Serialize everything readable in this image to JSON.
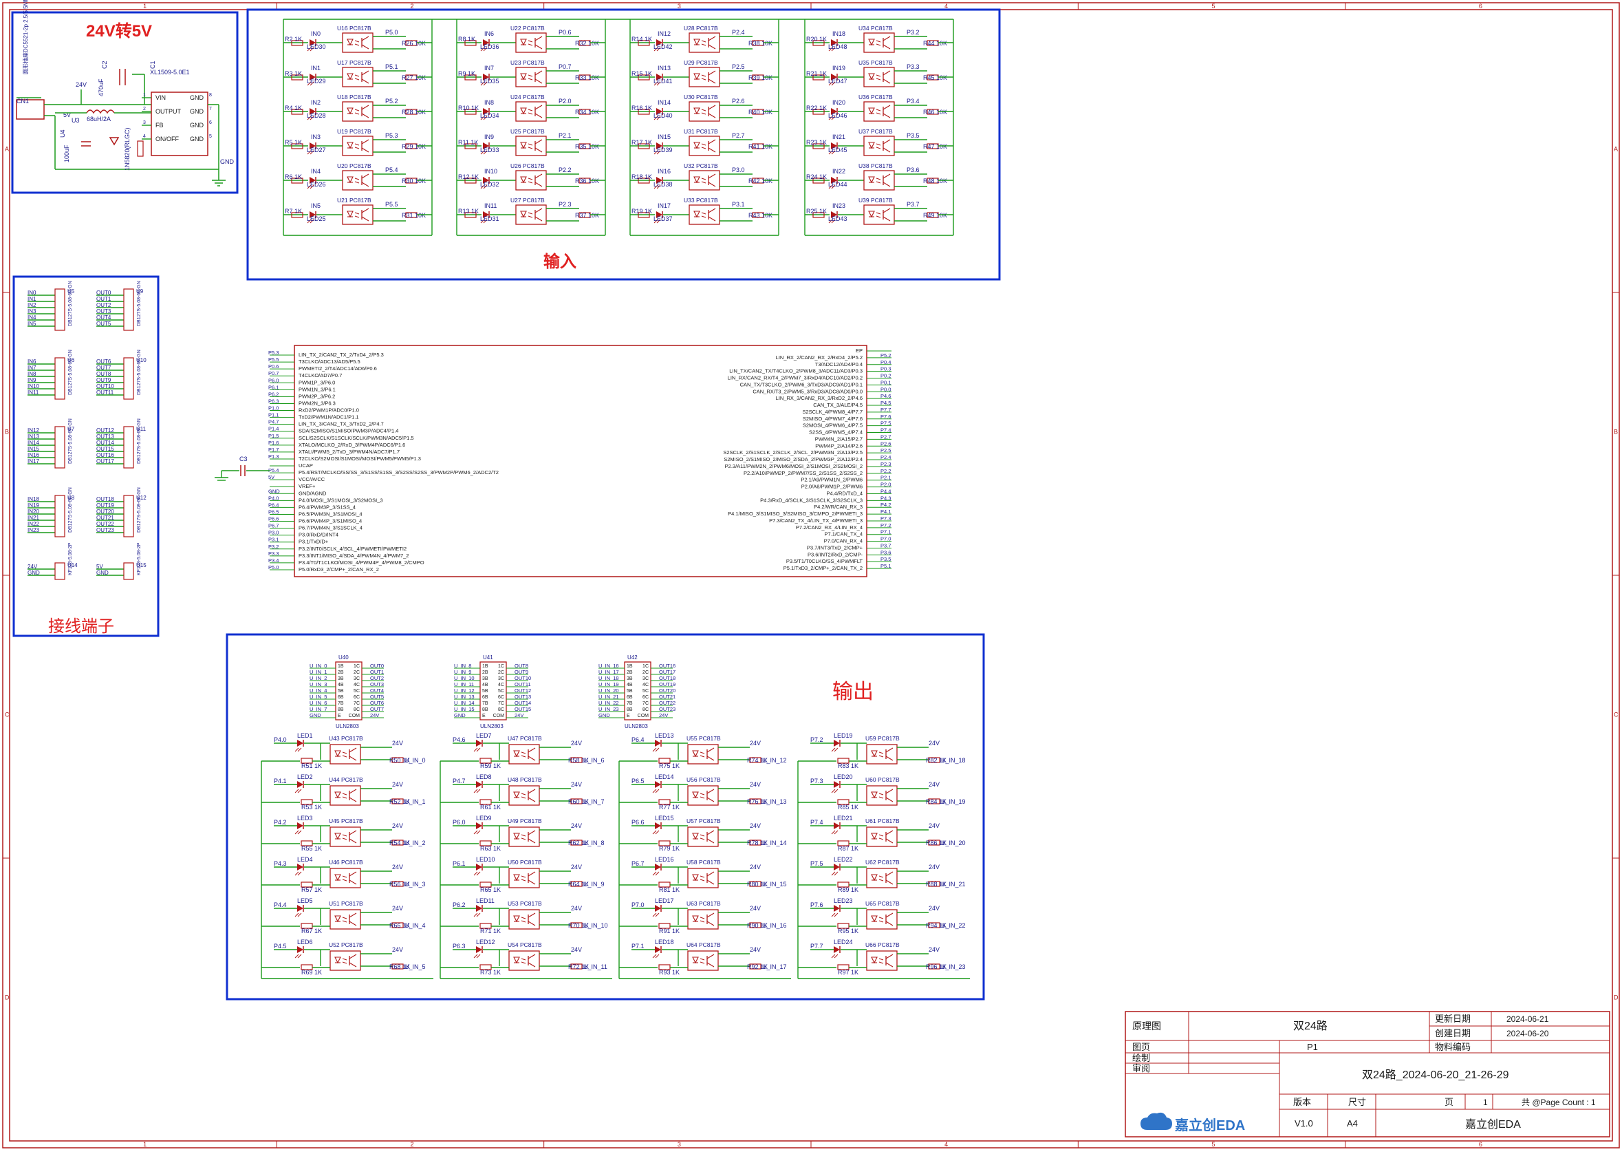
{
  "app": "嘉立创EDA",
  "sections": {
    "power": "24V转5V",
    "input": "输入",
    "terminal": "接线端子",
    "output": "输出"
  },
  "power_block": {
    "regulator": "XL1509-5.0E1",
    "reg_pins": [
      "VIN",
      "OUTPUT",
      "FB",
      "ON/OFF"
    ],
    "reg_pins_right": [
      "GND",
      "GND",
      "GND",
      "GND"
    ],
    "cn": "CN1",
    "u": "U3",
    "u4": "U4",
    "inductor": "68uH/2A",
    "v24": "24V",
    "v5": "5V",
    "c_in": "470uF",
    "c1": "C1",
    "c2": "C2",
    "c_out": "100uF",
    "diode": "1N5820(RLGC)",
    "gnd": "GND",
    "conn_label": "圆形插座DC5521-2p 2.5/5.5MM"
  },
  "input_groups": [
    {
      "rows": [
        {
          "in": "IN0",
          "r": "R2 1K",
          "led": "LED30",
          "u": "U16",
          "pc": "PC817B",
          "p": "P5.0",
          "ro": "R26 10K"
        },
        {
          "in": "IN1",
          "r": "R3 1K",
          "led": "LED29",
          "u": "U17",
          "pc": "PC817B",
          "p": "P5.1",
          "ro": "R27 10K"
        },
        {
          "in": "IN2",
          "r": "R4 1K",
          "led": "LED28",
          "u": "U18",
          "pc": "PC817B",
          "p": "P5.2",
          "ro": "R28 10K"
        },
        {
          "in": "IN3",
          "r": "R5 1K",
          "led": "LED27",
          "u": "U19",
          "pc": "PC817B",
          "p": "P5.3",
          "ro": "R29 10K"
        },
        {
          "in": "IN4",
          "r": "R6 1K",
          "led": "LED26",
          "u": "U20",
          "pc": "PC817B",
          "p": "P5.4",
          "ro": "R30 10K"
        },
        {
          "in": "IN5",
          "r": "R7 1K",
          "led": "LED25",
          "u": "U21",
          "pc": "PC817B",
          "p": "P5.5",
          "ro": "R31 10K"
        }
      ]
    },
    {
      "rows": [
        {
          "in": "IN6",
          "r": "R8 1K",
          "led": "LED36",
          "u": "U22",
          "pc": "PC817B",
          "p": "P0.6",
          "ro": "R32 10K"
        },
        {
          "in": "IN7",
          "r": "R9 1K",
          "led": "LED35",
          "u": "U23",
          "pc": "PC817B",
          "p": "P0.7",
          "ro": "R33 10K"
        },
        {
          "in": "IN8",
          "r": "R10 1K",
          "led": "LED34",
          "u": "U24",
          "pc": "PC817B",
          "p": "P2.0",
          "ro": "R34 10K"
        },
        {
          "in": "IN9",
          "r": "R11 1K",
          "led": "LED33",
          "u": "U25",
          "pc": "PC817B",
          "p": "P2.1",
          "ro": "R35 10K"
        },
        {
          "in": "IN10",
          "r": "R12 1K",
          "led": "LED32",
          "u": "U26",
          "pc": "PC817B",
          "p": "P2.2",
          "ro": "R36 10K"
        },
        {
          "in": "IN11",
          "r": "R13 1K",
          "led": "LED31",
          "u": "U27",
          "pc": "PC817B",
          "p": "P2.3",
          "ro": "R37 10K"
        }
      ]
    },
    {
      "rows": [
        {
          "in": "IN12",
          "r": "R14 1K",
          "led": "LED42",
          "u": "U28",
          "pc": "PC817B",
          "p": "P2.4",
          "ro": "R38 10K"
        },
        {
          "in": "IN13",
          "r": "R15 1K",
          "led": "LED41",
          "u": "U29",
          "pc": "PC817B",
          "p": "P2.5",
          "ro": "R39 10K"
        },
        {
          "in": "IN14",
          "r": "R16 1K",
          "led": "LED40",
          "u": "U30",
          "pc": "PC817B",
          "p": "P2.6",
          "ro": "R40 10K"
        },
        {
          "in": "IN15",
          "r": "R17 1K",
          "led": "LED39",
          "u": "U31",
          "pc": "PC817B",
          "p": "P2.7",
          "ro": "R41 10K"
        },
        {
          "in": "IN16",
          "r": "R18 1K",
          "led": "LED38",
          "u": "U32",
          "pc": "PC817B",
          "p": "P3.0",
          "ro": "R42 10K"
        },
        {
          "in": "IN17",
          "r": "R19 1K",
          "led": "LED37",
          "u": "U33",
          "pc": "PC817B",
          "p": "P3.1",
          "ro": "R43 10K"
        }
      ]
    },
    {
      "rows": [
        {
          "in": "IN18",
          "r": "R20 1K",
          "led": "LED48",
          "u": "U34",
          "pc": "PC817B",
          "p": "P3.2",
          "ro": "R44 10K"
        },
        {
          "in": "IN19",
          "r": "R21 1K",
          "led": "LED47",
          "u": "U35",
          "pc": "PC817B",
          "p": "P3.3",
          "ro": "R45 10K"
        },
        {
          "in": "IN20",
          "r": "R22 1K",
          "led": "LED46",
          "u": "U36",
          "pc": "PC817B",
          "p": "P3.4",
          "ro": "R46 10K"
        },
        {
          "in": "IN21",
          "r": "R23 1K",
          "led": "LED45",
          "u": "U37",
          "pc": "PC817B",
          "p": "P3.5",
          "ro": "R47 10K"
        },
        {
          "in": "IN22",
          "r": "R24 1K",
          "led": "LED44",
          "u": "U38",
          "pc": "PC817B",
          "p": "P3.6",
          "ro": "R48 10K"
        },
        {
          "in": "IN23",
          "r": "R25 1K",
          "led": "LED43",
          "u": "U39",
          "pc": "PC817B",
          "p": "P3.7",
          "ro": "R49 10K"
        }
      ]
    }
  ],
  "terminals": [
    {
      "left": [
        "IN0",
        "IN1",
        "IN2",
        "IN3",
        "IN4",
        "IN5"
      ],
      "lref": "U5",
      "lpart": "DB127S-5.08-6P-GN",
      "right": [
        "OUT0",
        "OUT1",
        "OUT2",
        "OUT3",
        "OUT4",
        "OUT5"
      ],
      "rref": "U9",
      "rpart": "DB127S-5.08-6P-GN"
    },
    {
      "left": [
        "IN6",
        "IN7",
        "IN8",
        "IN9",
        "IN10",
        "IN11"
      ],
      "lref": "U6",
      "lpart": "DB127S-5.08-6P-GN",
      "right": [
        "OUT6",
        "OUT7",
        "OUT8",
        "OUT9",
        "OUT10",
        "OUT11"
      ],
      "rref": "U10",
      "rpart": "DB127S-5.08-6P-GN"
    },
    {
      "left": [
        "IN12",
        "IN13",
        "IN14",
        "IN15",
        "IN16",
        "IN17"
      ],
      "lref": "U7",
      "lpart": "DB127S-5.08-6P-GN",
      "right": [
        "OUT12",
        "OUT13",
        "OUT14",
        "OUT15",
        "OUT16",
        "OUT17"
      ],
      "rref": "U11",
      "rpart": "DB127S-5.08-6P-GN"
    },
    {
      "left": [
        "IN18",
        "IN19",
        "IN20",
        "IN21",
        "IN22",
        "IN23"
      ],
      "lref": "U8",
      "lpart": "DB127S-5.08-6P-GN",
      "right": [
        "OUT18",
        "OUT19",
        "OUT20",
        "OUT21",
        "OUT22",
        "OUT23"
      ],
      "rref": "U12",
      "rpart": "DB127S-5.08-6P-GN"
    },
    {
      "left": [
        "24V",
        "GND"
      ],
      "lref": "U14",
      "lpart": "KF128-5.08-2P",
      "right": [
        "5V",
        "GND"
      ],
      "rref": "U15",
      "rpart": "KF128-5.08-2P"
    }
  ],
  "mcu": {
    "cap": "C3",
    "left_pins": [
      "LIN_TX_2/CAN2_TX_2/TxD4_2/P5.3",
      "T3CLKO/ADC13/AD5/P5.5",
      "PWMETI2_2/T4/ADC14/AD6/P0.6",
      "T4CLKO/AD7/P0.7",
      "PWM1P_3/P6.0",
      "PWM1N_3/P6.1",
      "PWM2P_3/P6.2",
      "PWM2N_3/P6.3",
      "RxD2/PWM1P/ADC0/P1.0",
      "TxD2/PWM1N/ADC1/P1.1",
      "LIN_TX_3/CAN2_TX_3/TxD2_2/P4.7",
      "SDA/S2MISO/S1MISO/PWM3P/ADC4/P1.4",
      "SCL/S2SCLK/S1SCLK/SCLK/PWM3N/ADC5/P1.5",
      "XTALO/MCLKO_2/RxD_3/PWM4P/ADC6/P1.6",
      "XTALI/PWM5_2/TxD_3/PWM4N/ADC7/P1.7",
      "T2CLKO/S2MOSI/S1MOSI/MOSI/PWM5/PWM5/P1.3",
      "UCAP",
      "P5.4/RST/MCLKO/SS/SS_3/S1SS/S1SS_3/S2SS/S2SS_3/PWM2P/PWM6_2/ADC2/T2",
      "VCC/AVCC",
      "VREF+",
      "GND/AGND",
      "P4.0/MOSI_3/S1MOSI_3/S2MOSI_3",
      "P6.4/PWM3P_3/S1SS_4",
      "P6.5/PWM3N_3/S1MOSI_4",
      "P6.6/PWM4P_3/S1MISO_4",
      "P6.7/PWM4N_3/S1SCLK_4",
      "P3.0/RxD/D/INT4",
      "P3.1/TxD/D+",
      "P3.2/INT0/SCLK_4/SCL_4/PWMETI/PWMETI2",
      "P3.3/INT1/MISO_4/SDA_4/PWM4N_4/PWM7_2",
      "P3.4/T0/T1CLKO/MOSI_4/PWM4P_4/PWM8_2/CMPO",
      "P5.0/RxD3_2/CMP+_2/CAN_RX_2"
    ],
    "left_nets": [
      "P5.3",
      "P5.5",
      "P0.6",
      "P0.7",
      "P6.0",
      "P6.1",
      "P6.2",
      "P6.3",
      "P1.0",
      "P1.1",
      "P4.7",
      "P1.4",
      "P1.5",
      "P1.6",
      "P1.7",
      "P1.3",
      "",
      "P5.4",
      "5V",
      "",
      "GND",
      "P4.0",
      "P6.4",
      "P6.5",
      "P6.6",
      "P6.7",
      "P3.0",
      "P3.1",
      "P3.2",
      "P3.3",
      "P3.4",
      "P5.0"
    ],
    "right_pins": [
      "EP",
      "LIN_RX_2/CAN2_RX_2/RxD4_2/P5.2",
      "T3/ADC12/AD4/P0.4",
      "LIN_TX/CAN2_TX/T4CLKO_2/PWM8_3/ADC11/AD3/P0.3",
      "LIN_RX/CAN2_RX/T4_2/PWM7_3/RxD4/ADC10/AD2/P0.2",
      "CAN_TX/T3CLKO_2/PWM6_3/TxD3/ADC9/AD1/P0.1",
      "CAN_RX/T3_2/PWM5_3/RxD3/ADC8/AD0/P0.0",
      "LIN_RX_3/CAN2_RX_3/RxD2_2/P4.6",
      "CAN_TX_3/ALE/P4.5",
      "S2SCLK_4/PWM8_4/P7.7",
      "S2MISO_4/PWM7_4/P7.6",
      "S2MOSI_4/PWM6_4/P7.5",
      "S2SS_4/PWM5_4/P7.4",
      "PWM4N_2/A15/P2.7",
      "PWM4P_2/A14/P2.6",
      "S2SCLK_2/S1SCLK_2/SCLK_2/SCL_2/PWM3N_2/A13/P2.5",
      "S2MISO_2/S1MISO_2/MISO_2/SDA_2/PWM3P_2/A12/P2.4",
      "P2.3/A11/PWM2N_2/PWM6/MOSI_2/S1MOSI_2/S2MOSI_2",
      "P2.2/A10/PWM2P_2/PWM7/SS_2/S1SS_2/S2SS_2",
      "P2.1/A9/PWM1N_2/PWM6",
      "P2.0/A8/PWM1P_2/PWM6",
      "P4.4/RD/TxD_4",
      "P4.3/RxD_4/SCLK_3/S1SCLK_3/S2SCLK_3",
      "P4.2/WR/CAN_RX_3",
      "P4.1/MISO_3/S1MISO_3/S2MISO_3/CMPO_2/PWMETI_3",
      "P7.3/CAN2_TX_4/LIN_TX_4/PWMETI_3",
      "P7.2/CAN2_RX_4/LIN_RX_4",
      "P7.1/CAN_TX_4",
      "P7.0/CAN_RX_4",
      "P3.7/INT3/TxD_2/CMP+",
      "P3.6/INT2/RxD_2/CMP-",
      "P3.5/T1/T0CLKO/SS_4/PWMFLT",
      "P5.1/TxD3_2/CMP+_2/CAN_TX_2"
    ],
    "right_nets": [
      "",
      "P5.2",
      "P0.4",
      "P0.3",
      "P0.2",
      "P0.1",
      "P0.0",
      "P4.6",
      "P4.5",
      "P7.7",
      "P7.6",
      "P7.5",
      "P7.4",
      "P2.7",
      "P2.6",
      "P2.5",
      "P2.4",
      "P2.3",
      "P2.2",
      "P2.1",
      "P2.0",
      "P4.4",
      "P4.3",
      "P4.2",
      "P4.1",
      "P7.3",
      "P7.2",
      "P7.1",
      "P7.0",
      "P3.7",
      "P3.6",
      "P3.5",
      "P5.1"
    ]
  },
  "ulns": [
    {
      "ref": "U40",
      "part": "ULN2803",
      "ins": [
        "U_IN_0",
        "U_IN_1",
        "U_IN_2",
        "U_IN_3",
        "U_IN_4",
        "U_IN_5",
        "U_IN_6",
        "U_IN_7",
        "GND"
      ],
      "outs": [
        "OUT0",
        "OUT1",
        "OUT2",
        "OUT3",
        "OUT4",
        "OUT5",
        "OUT6",
        "OUT7",
        "24V"
      ]
    },
    {
      "ref": "U41",
      "part": "ULN2803",
      "ins": [
        "U_IN_8",
        "U_IN_9",
        "U_IN_10",
        "U_IN_11",
        "U_IN_12",
        "U_IN_13",
        "U_IN_14",
        "U_IN_15",
        "GND"
      ],
      "outs": [
        "OUT8",
        "OUT9",
        "OUT10",
        "OUT11",
        "OUT12",
        "OUT13",
        "OUT14",
        "OUT15",
        "24V"
      ]
    },
    {
      "ref": "U42",
      "part": "ULN2803",
      "ins": [
        "U_IN_16",
        "U_IN_17",
        "U_IN_18",
        "U_IN_19",
        "U_IN_20",
        "U_IN_21",
        "U_IN_22",
        "U_IN_23",
        "GND"
      ],
      "outs": [
        "OUT16",
        "OUT17",
        "OUT18",
        "OUT19",
        "OUT20",
        "OUT21",
        "OUT22",
        "OUT23",
        "24V"
      ]
    }
  ],
  "uln_pin_names": [
    "1B",
    "2B",
    "3B",
    "4B",
    "5B",
    "6B",
    "7B",
    "8B",
    "E"
  ],
  "uln_pin_names_r": [
    "1C",
    "2C",
    "3C",
    "4C",
    "5C",
    "6C",
    "7C",
    "8C",
    "COM"
  ],
  "output_groups": [
    {
      "rows": [
        {
          "p": "P4.0",
          "led": "LED1",
          "u": "U43",
          "pc": "PC817B",
          "v": "24V",
          "ro": "R50 1K",
          "net": "U_IN_0",
          "rb": "R51 1K"
        },
        {
          "p": "P4.1",
          "led": "LED2",
          "u": "U44",
          "pc": "PC817B",
          "v": "24V",
          "ro": "R52 1K",
          "net": "U_IN_1",
          "rb": "R53 1K"
        },
        {
          "p": "P4.2",
          "led": "LED3",
          "u": "U45",
          "pc": "PC817B",
          "v": "24V",
          "ro": "R54 1K",
          "net": "U_IN_2",
          "rb": "R55 1K"
        },
        {
          "p": "P4.3",
          "led": "LED4",
          "u": "U46",
          "pc": "PC817B",
          "v": "24V",
          "ro": "R56 1K",
          "net": "U_IN_3",
          "rb": "R57 1K"
        },
        {
          "p": "P4.4",
          "led": "LED5",
          "u": "U51",
          "pc": "PC817B",
          "v": "24V",
          "ro": "R66 1K",
          "net": "U_IN_4",
          "rb": "R67 1K"
        },
        {
          "p": "P4.5",
          "led": "LED6",
          "u": "U52",
          "pc": "PC817B",
          "v": "24V",
          "ro": "R68 1K",
          "net": "U_IN_5",
          "rb": "R69 1K"
        }
      ]
    },
    {
      "rows": [
        {
          "p": "P4.6",
          "led": "LED7",
          "u": "U47",
          "pc": "PC817B",
          "v": "24V",
          "ro": "R58 1K",
          "net": "U_IN_6",
          "rb": "R59 1K"
        },
        {
          "p": "P4.7",
          "led": "LED8",
          "u": "U48",
          "pc": "PC817B",
          "v": "24V",
          "ro": "R60 1K",
          "net": "U_IN_7",
          "rb": "R61 1K"
        },
        {
          "p": "P6.0",
          "led": "LED9",
          "u": "U49",
          "pc": "PC817B",
          "v": "24V",
          "ro": "R62 1K",
          "net": "U_IN_8",
          "rb": "R63 1K"
        },
        {
          "p": "P6.1",
          "led": "LED10",
          "u": "U50",
          "pc": "PC817B",
          "v": "24V",
          "ro": "R64 1K",
          "net": "U_IN_9",
          "rb": "R65 1K"
        },
        {
          "p": "P6.2",
          "led": "LED11",
          "u": "U53",
          "pc": "PC817B",
          "v": "24V",
          "ro": "R70 1K",
          "net": "U_IN_10",
          "rb": "R71 1K"
        },
        {
          "p": "P6.3",
          "led": "LED12",
          "u": "U54",
          "pc": "PC817B",
          "v": "24V",
          "ro": "R72 1K",
          "net": "U_IN_11",
          "rb": "R73 1K"
        }
      ]
    },
    {
      "rows": [
        {
          "p": "P6.4",
          "led": "LED13",
          "u": "U55",
          "pc": "PC817B",
          "v": "24V",
          "ro": "R74 1K",
          "net": "U_IN_12",
          "rb": "R75 1K"
        },
        {
          "p": "P6.5",
          "led": "LED14",
          "u": "U56",
          "pc": "PC817B",
          "v": "24V",
          "ro": "R76 1K",
          "net": "U_IN_13",
          "rb": "R77 1K"
        },
        {
          "p": "P6.6",
          "led": "LED15",
          "u": "U57",
          "pc": "PC817B",
          "v": "24V",
          "ro": "R78 1K",
          "net": "U_IN_14",
          "rb": "R79 1K"
        },
        {
          "p": "P6.7",
          "led": "LED16",
          "u": "U58",
          "pc": "PC817B",
          "v": "24V",
          "ro": "R80 1K",
          "net": "U_IN_15",
          "rb": "R81 1K"
        },
        {
          "p": "P7.0",
          "led": "LED17",
          "u": "U63",
          "pc": "PC817B",
          "v": "24V",
          "ro": "R90 1K",
          "net": "U_IN_16",
          "rb": "R91 1K"
        },
        {
          "p": "P7.1",
          "led": "LED18",
          "u": "U64",
          "pc": "PC817B",
          "v": "24V",
          "ro": "R92 1K",
          "net": "U_IN_17",
          "rb": "R93 1K"
        }
      ]
    },
    {
      "rows": [
        {
          "p": "P7.2",
          "led": "LED19",
          "u": "U59",
          "pc": "PC817B",
          "v": "24V",
          "ro": "R82 1K",
          "net": "U_IN_18",
          "rb": "R83 1K"
        },
        {
          "p": "P7.3",
          "led": "LED20",
          "u": "U60",
          "pc": "PC817B",
          "v": "24V",
          "ro": "R84 1K",
          "net": "U_IN_19",
          "rb": "R85 1K"
        },
        {
          "p": "P7.4",
          "led": "LED21",
          "u": "U61",
          "pc": "PC817B",
          "v": "24V",
          "ro": "R86 1K",
          "net": "U_IN_20",
          "rb": "R87 1K"
        },
        {
          "p": "P7.5",
          "led": "LED22",
          "u": "U62",
          "pc": "PC817B",
          "v": "24V",
          "ro": "R88 1K",
          "net": "U_IN_21",
          "rb": "R89 1K"
        },
        {
          "p": "P7.6",
          "led": "LED23",
          "u": "U65",
          "pc": "PC817B",
          "v": "24V",
          "ro": "R94 1K",
          "net": "U_IN_22",
          "rb": "R95 1K"
        },
        {
          "p": "P7.7",
          "led": "LED24",
          "u": "U66",
          "pc": "PC817B",
          "v": "24V",
          "ro": "R96 1K",
          "net": "U_IN_23",
          "rb": "R97 1K"
        }
      ]
    }
  ],
  "title_block": {
    "row1_label": "原理图",
    "row1_value": "双24路",
    "updated_label": "更新日期",
    "updated_value": "2024-06-21",
    "created_label": "创建日期",
    "created_value": "2024-06-20",
    "material_label": "物料编码",
    "page_label": "图页",
    "page_value": "P1",
    "drawn_label": "绘制",
    "review_label": "审阅",
    "doc_name": "双24路_2024-06-20_21-26-29",
    "version_label": "版本",
    "size_label": "尺寸",
    "page_no_label": "页",
    "page_no_value": "1",
    "total_label": "共 @Page Count : 1",
    "version_value": "V1.0",
    "size_value": "A4",
    "company": "嘉立创EDA"
  },
  "border": {
    "cols": [
      "1",
      "2",
      "3",
      "4",
      "5",
      "6"
    ],
    "rows": [
      "A",
      "B",
      "C",
      "D"
    ]
  },
  "colors": {
    "wire": "#1a9a1a",
    "part": "#b01818",
    "label": "#1a1a8c",
    "frame": "#1030d0",
    "red_title": "#e02020"
  }
}
